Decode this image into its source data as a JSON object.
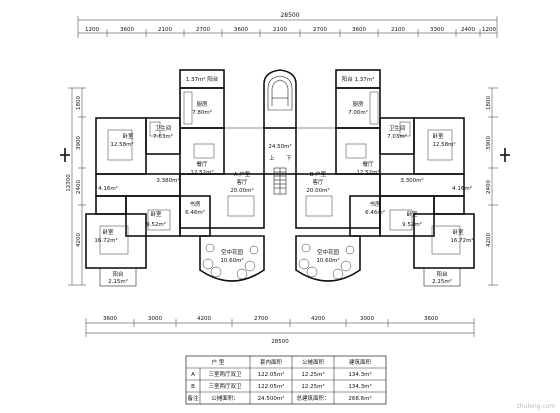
{
  "dimensions": {
    "top_total": "28500",
    "top_segments": [
      "1200",
      "3600",
      "2100",
      "2700",
      "3600",
      "2100",
      "2700",
      "3600",
      "2100",
      "3300",
      "2400",
      "1200"
    ],
    "bottom_total": "28500",
    "bottom_segments": [
      "3600",
      "3000",
      "4200",
      "2700",
      "4200",
      "3000",
      "3600"
    ],
    "left_total": "12300",
    "left_segments": [
      "1800",
      "3900",
      "2400",
      "4200"
    ],
    "right_segments": [
      "1800",
      "3900",
      "2400",
      "4200"
    ]
  },
  "rooms": {
    "balcony_top_left": "1.37m² 阳台",
    "kitchen_left": "厨房",
    "kitchen_left_area": "7.80m²",
    "bath_left": "卫生间",
    "bath_left_area": "7.03m²",
    "bedroom_tl": "卧室",
    "bedroom_tl_area": "12.58m²",
    "dining_left": "餐厅",
    "dining_left_area": "12.52m²",
    "unit_left": "A 户型",
    "living_left": "客厅",
    "living_left_area": "20.00m²",
    "corridor_left_area": "3.380m²",
    "closet_left_area": "4.16m²",
    "bedroom_ml": "卧室",
    "bedroom_ml_area": "9.52m²",
    "study_left": "书房",
    "study_left_area": "6.46m²",
    "bedroom_bl": "卧室",
    "bedroom_bl_area": "16.72m²",
    "garden_left": "空中花园",
    "garden_left_area": "10.60m²",
    "balcony_bl": "阳台",
    "balcony_bl_area": "2.15m²",
    "core_area": "24.50m²",
    "stair_up": "上",
    "stair_down": "下",
    "balcony_top_right": "阳台 1.37m²",
    "kitchen_right": "厨房",
    "kitchen_right_area": "7.00m²",
    "bath_right": "卫生间",
    "bath_right_area": "7.03m²",
    "bedroom_tr": "卧室",
    "bedroom_tr_area": "12.58m²",
    "dining_right": "餐厅",
    "dining_right_area": "12.52m²",
    "unit_right": "B 户型",
    "living_right": "客厅",
    "living_right_area": "20.00m²",
    "corridor_right_area": "3.300m²",
    "closet_right_area": "4.16m²",
    "bedroom_mr": "卧室",
    "bedroom_mr_area": "9.52m²",
    "study_right": "书房",
    "study_right_area": "6.46m²",
    "bedroom_br": "卧室",
    "bedroom_br_area": "16.72m²",
    "garden_right": "空中花园",
    "garden_right_area": "10.60m²",
    "balcony_br": "阳台",
    "balcony_br_area": "2.15m²"
  },
  "area_table": {
    "headers": [
      "户 型",
      "套内面积",
      "公摊面积",
      "建筑面积"
    ],
    "rows": [
      [
        "A",
        "三室两厅双卫",
        "122.05m²",
        "12.25m²",
        "134.3m²"
      ],
      [
        "B",
        "三室两厅双卫",
        "122.05m²",
        "12.25m²",
        "134.3m²"
      ]
    ],
    "footer": [
      "备注",
      "公摊面积：",
      "24.500m²",
      "总建筑面积：",
      "268.6m²"
    ]
  },
  "watermark": "zhulong.com"
}
